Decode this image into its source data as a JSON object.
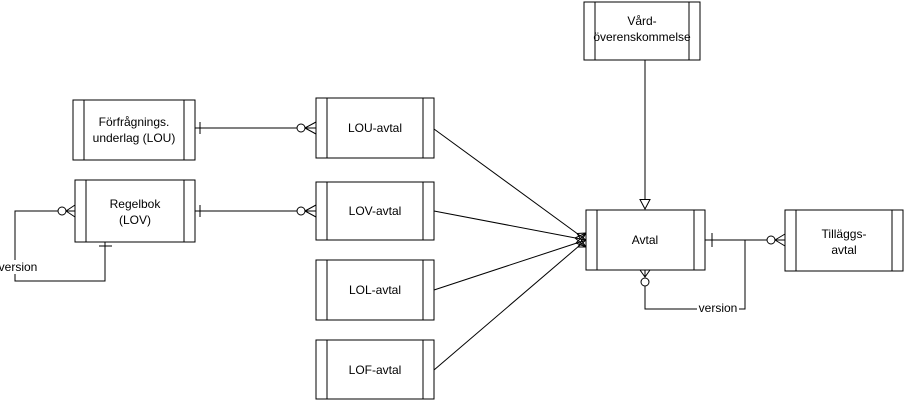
{
  "diagram": {
    "type": "entity-relationship",
    "background_color": "#ffffff",
    "line_color": "#000000",
    "text_color": "#000000"
  },
  "nodes": {
    "vard": {
      "label_line1": "Vård-",
      "label_line2": "överenskommelse"
    },
    "forfragning": {
      "label_line1": "Förfrågnings.",
      "label_line2": "underlag (LOU)"
    },
    "regelbok": {
      "label_line1": "Regelbok",
      "label_line2": "(LOV)"
    },
    "lou_avtal": {
      "label": "LOU-avtal"
    },
    "lov_avtal": {
      "label": "LOV-avtal"
    },
    "lol_avtal": {
      "label": "LOL-avtal"
    },
    "lof_avtal": {
      "label": "LOF-avtal"
    },
    "avtal": {
      "label": "Avtal"
    },
    "tillaggs": {
      "label_line1": "Tilläggs-",
      "label_line2": "avtal"
    }
  },
  "edge_labels": {
    "regelbok_version": "version",
    "avtal_version": "version"
  }
}
